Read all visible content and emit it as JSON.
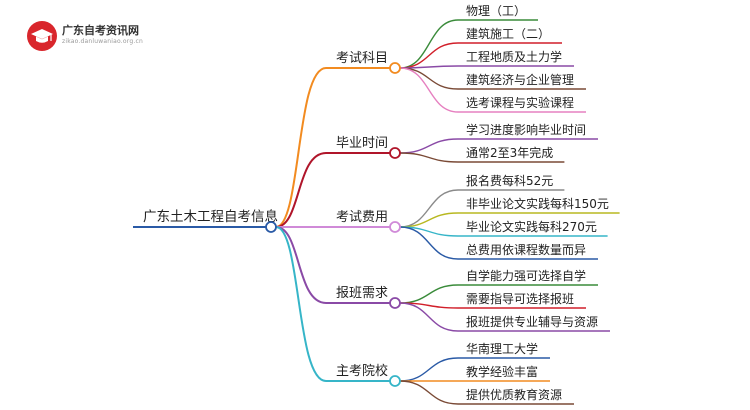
{
  "logo": {
    "title": "广东自考资讯网",
    "subtitle": "zikao.danluwaniao.org.cn"
  },
  "mindmap": {
    "root": "广东土木工程自考信息",
    "branches": [
      {
        "label": "考试科目",
        "color": "#f28b20",
        "children": [
          {
            "label": "物理（工）",
            "color": "#3a8b3a"
          },
          {
            "label": "建筑施工（二）",
            "color": "#d11f2a"
          },
          {
            "label": "工程地质及土力学",
            "color": "#8a4aa6"
          },
          {
            "label": "建筑经济与企业管理",
            "color": "#7a4a36"
          },
          {
            "label": "选考课程与实验课程",
            "color": "#e680c0"
          }
        ]
      },
      {
        "label": "毕业时间",
        "color": "#b0152a",
        "children": [
          {
            "label": "学习进度影响毕业时间",
            "color": "#8a4aa6"
          },
          {
            "label": "通常2至3年完成",
            "color": "#7a4a36"
          }
        ]
      },
      {
        "label": "考试费用",
        "color": "#d08ad8",
        "children": [
          {
            "label": "报名费每科52元",
            "color": "#8a8a8a"
          },
          {
            "label": "非毕业论文实践每科150元",
            "color": "#b8b820"
          },
          {
            "label": "毕业论文实践每科270元",
            "color": "#36b5c8"
          },
          {
            "label": "总费用依课程数量而异",
            "color": "#2a5aa6"
          }
        ]
      },
      {
        "label": "报班需求",
        "color": "#8a4aa6",
        "children": [
          {
            "label": "自学能力强可选择自学",
            "color": "#3a8b3a"
          },
          {
            "label": "需要指导可选择报班",
            "color": "#d11f2a"
          },
          {
            "label": "报班提供专业辅导与资源",
            "color": "#8a4aa6"
          }
        ]
      },
      {
        "label": "主考院校",
        "color": "#36b5c8",
        "children": [
          {
            "label": "华南理工大学",
            "color": "#2a5aa6"
          },
          {
            "label": "教学经验丰富",
            "color": "#f28b20"
          },
          {
            "label": "提供优质教育资源",
            "color": "#7a4a36"
          }
        ]
      }
    ]
  }
}
